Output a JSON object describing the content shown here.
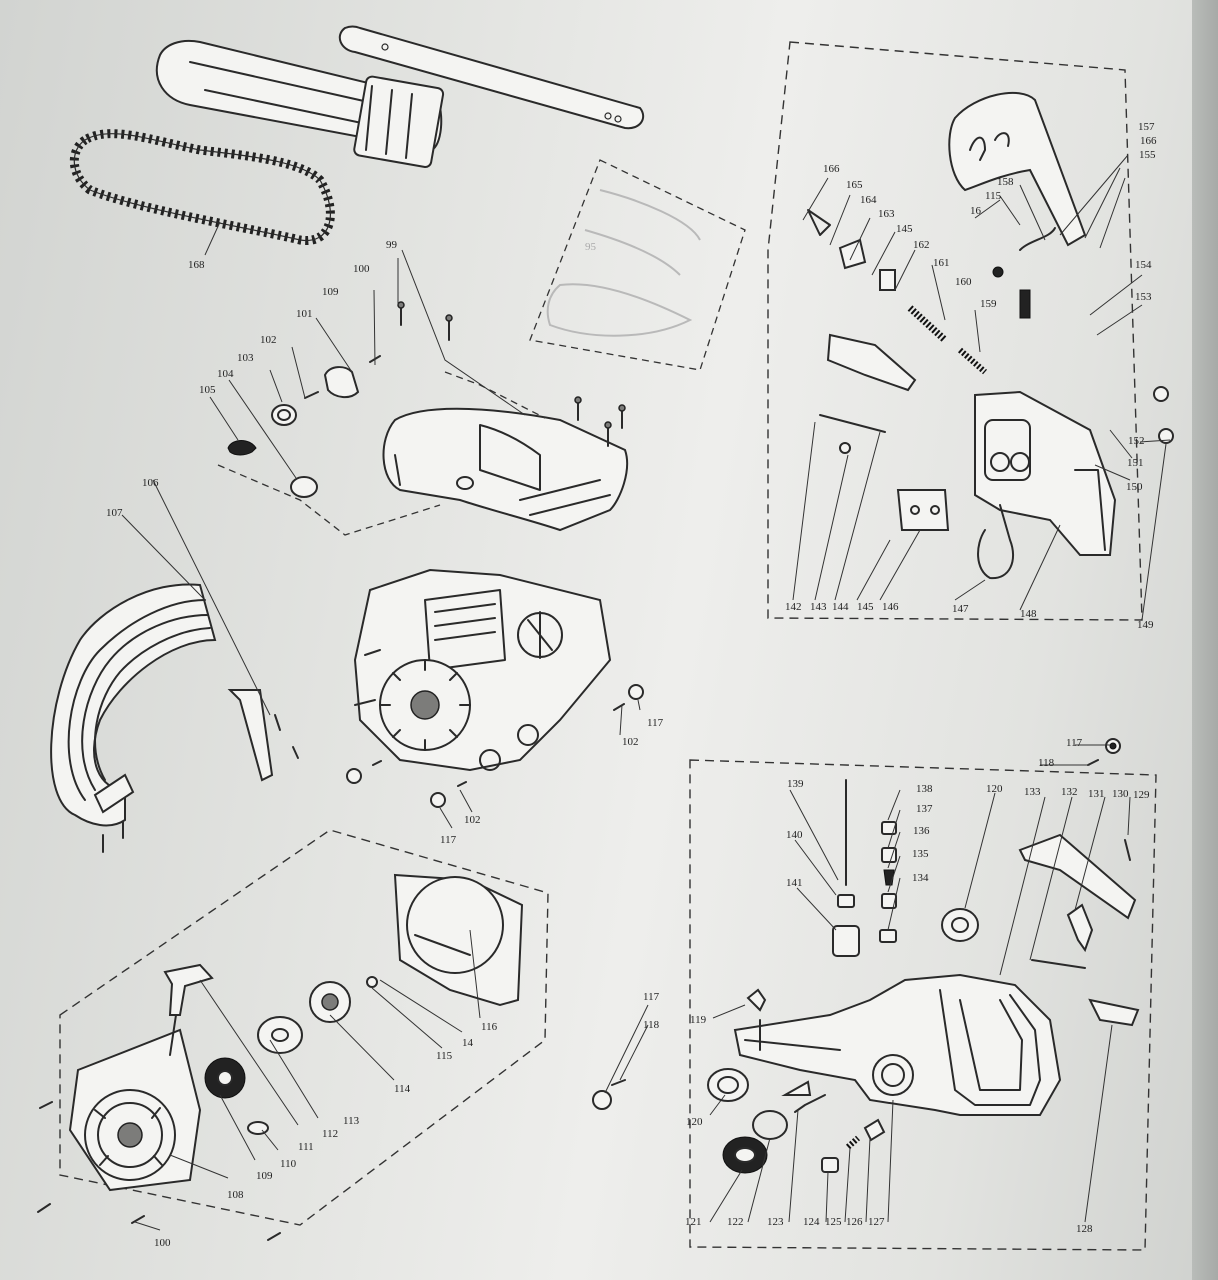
{
  "labels": {
    "p99": "99",
    "p100": "100",
    "p101": "101",
    "p102": "102",
    "p103": "103",
    "p104": "104",
    "p105": "105",
    "p106": "106",
    "p107": "107",
    "p108": "108",
    "p109": "109",
    "p110": "110",
    "p111": "111",
    "p112": "112",
    "p113": "113",
    "p114": "114",
    "p115": "115",
    "p116": "116",
    "p117": "117",
    "p118": "118",
    "p119": "119",
    "p120": "120",
    "p121": "121",
    "p122": "122",
    "p123": "123",
    "p124": "124",
    "p125": "125",
    "p126": "126",
    "p127": "127",
    "p128": "128",
    "p129": "129",
    "p130": "130",
    "p131": "131",
    "p132": "132",
    "p133": "133",
    "p134": "134",
    "p135": "135",
    "p136": "136",
    "p137": "137",
    "p138": "138",
    "p139": "139",
    "p140": "140",
    "p141": "141",
    "p142": "142",
    "p143": "143",
    "p144": "144",
    "p145": "145",
    "p146": "146",
    "p147": "147",
    "p148": "148",
    "p149": "149",
    "p150": "150",
    "p151": "151",
    "p152": "152",
    "p153": "153",
    "p154": "154",
    "p155": "155",
    "p157": "157",
    "p158": "158",
    "p159": "159",
    "p160": "160",
    "p161": "161",
    "p162": "162",
    "p163": "163",
    "p164": "164",
    "p165": "165",
    "p166": "166",
    "p168": "168",
    "p16": "16",
    "p14": "14",
    "p95": "95"
  },
  "colors": {
    "paper": "#e8e9e6",
    "ink": "#2a2a2a"
  }
}
